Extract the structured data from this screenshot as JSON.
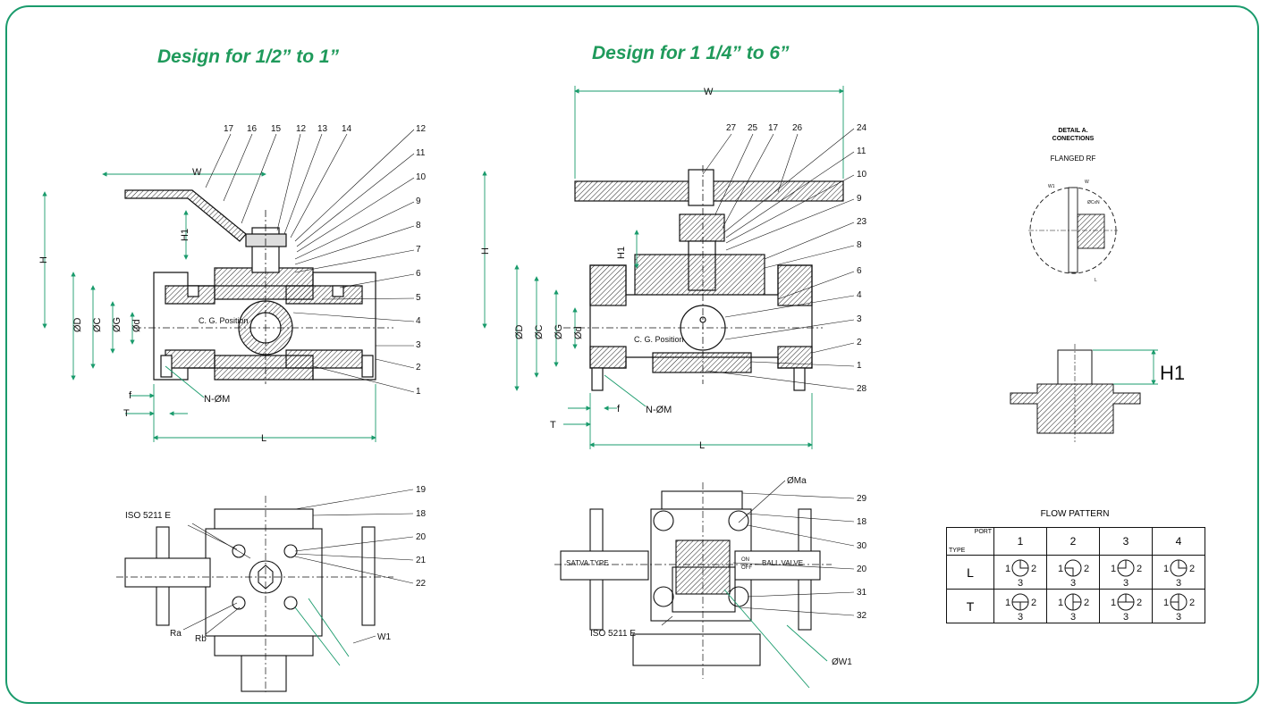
{
  "titles": {
    "left": "Design for 1/2” to 1”",
    "right": "Design for 1 1/4” to 6”"
  },
  "left_view": {
    "part_numbers_top": [
      "17",
      "16",
      "15",
      "12",
      "13",
      "14"
    ],
    "part_numbers_right": [
      "12",
      "11",
      "10",
      "9",
      "8",
      "7",
      "6",
      "5",
      "4",
      "3",
      "2",
      "1"
    ],
    "dims": {
      "W": "W",
      "H": "H",
      "H1": "H1",
      "D": "ØD",
      "C": "ØC",
      "G": "ØG",
      "d": "Ød",
      "f": "f",
      "T": "T",
      "L": "L",
      "NM": "N-ØM",
      "cg": "C. G. Position"
    }
  },
  "right_view": {
    "part_numbers_top": [
      "27",
      "25",
      "17",
      "26"
    ],
    "part_numbers_right": [
      "24",
      "11",
      "10",
      "9",
      "23",
      "8",
      "6",
      "4",
      "3",
      "2",
      "1",
      "28"
    ],
    "dims": {
      "W": "W",
      "H": "H",
      "H1": "H1",
      "D": "ØD",
      "C": "ØC",
      "G": "ØG",
      "d": "Ød",
      "f": "f",
      "T": "T",
      "L": "L",
      "NM": "N-ØM",
      "cg": "C. G. Position"
    }
  },
  "left_top_view": {
    "labels": [
      "ISO 5211 E",
      "Ra",
      "Rb",
      "W1"
    ],
    "part_numbers": [
      "19",
      "18",
      "20",
      "21",
      "22"
    ]
  },
  "right_top_view": {
    "labels": [
      "ØMa",
      "ISO 5211 E",
      "ØW1"
    ],
    "part_numbers": [
      "29",
      "18",
      "30",
      "20",
      "31",
      "32"
    ],
    "plate_left": "SATVA TYPE",
    "plate_right": "BALL VALVE",
    "on": "ON",
    "off": "OFF"
  },
  "detail": {
    "title_line1": "DETAIL A.",
    "title_line2": "CONECTIONS",
    "subtitle": "FLANGED RF",
    "h1": "H1"
  },
  "flow_pattern": {
    "title": "FLOW PATTERN",
    "corner_top": "PORT",
    "corner_bottom": "TYPE",
    "ports": [
      "1",
      "2",
      "3",
      "4"
    ],
    "rows": [
      {
        "type": "L",
        "cells": [
          "1 2 3",
          "1 2 3",
          "1 2 3",
          "1 2 3"
        ]
      },
      {
        "type": "T",
        "cells": [
          "1 2 3",
          "1 2 3",
          "1 2 3",
          "1 2 3"
        ]
      }
    ]
  },
  "colors": {
    "frame": "#1a9b6c",
    "title": "#1f9a5b",
    "dim": "#1a9b6c",
    "line": "#111111"
  }
}
